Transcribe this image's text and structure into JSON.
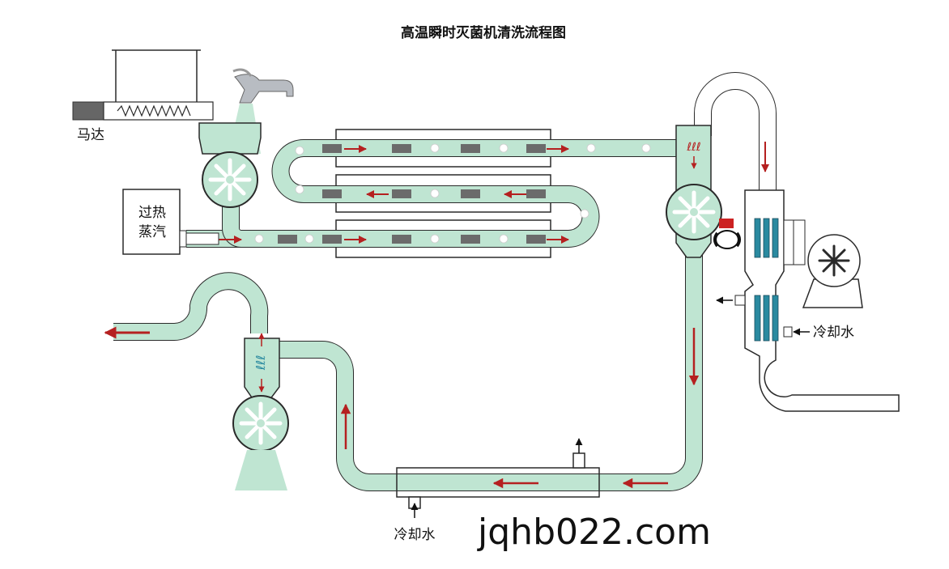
{
  "title": "高温瞬时灭菌机清洗流程图",
  "labels": {
    "motor": "马达",
    "steam_line1": "过热",
    "steam_line2": "蒸汽",
    "cooling_water_right": "冷却水",
    "cooling_water_bottom": "冷却水"
  },
  "watermark": "jqhb022.com",
  "colors": {
    "pipe_fill": "#bfe5d2",
    "arrow_red": "#b52020",
    "block_gray": "#6b6b6b",
    "coil_blue": "#2a8aa0"
  }
}
